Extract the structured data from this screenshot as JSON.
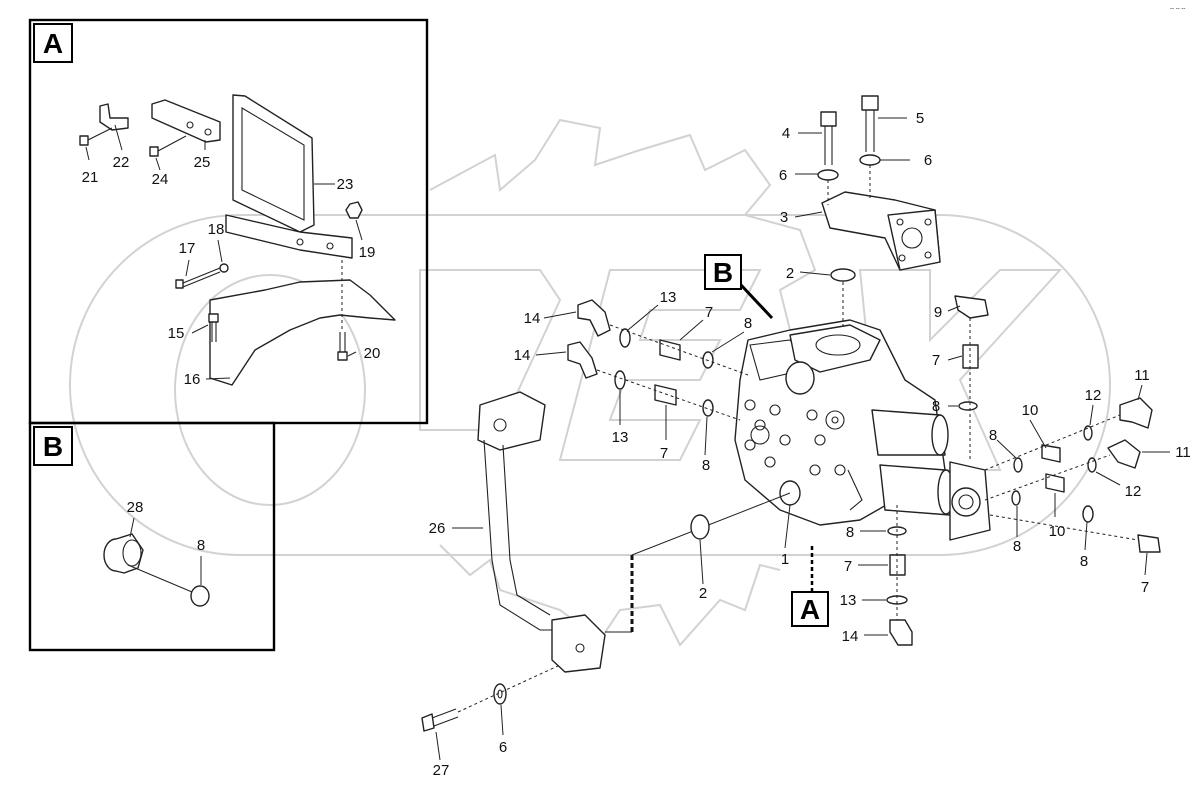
{
  "detail_boxes": {
    "A": {
      "label": "A"
    },
    "B": {
      "label": "B"
    }
  },
  "callouts": {
    "main_B": "B",
    "main_A": "A"
  },
  "parts": {
    "p1": "1",
    "p2a": "2",
    "p2b": "2",
    "p3": "3",
    "p4": "4",
    "p5": "5",
    "p6a": "6",
    "p6b": "6",
    "p6c": "6",
    "p7a": "7",
    "p7b": "7",
    "p7c": "7",
    "p7d": "7",
    "p7e": "7",
    "p8a": "8",
    "p8b": "8",
    "p8c": "8",
    "p8d": "8",
    "p8e": "8",
    "p8f": "8",
    "p8g": "8",
    "p8h": "8",
    "p9": "9",
    "p10a": "10",
    "p10b": "10",
    "p11a": "11",
    "p11b": "11",
    "p12a": "12",
    "p12b": "12",
    "p13a": "13",
    "p13b": "13",
    "p13c": "13",
    "p14a": "14",
    "p14b": "14",
    "p14c": "14",
    "p15": "15",
    "p16": "16",
    "p17": "17",
    "p18": "18",
    "p19": "19",
    "p20": "20",
    "p21": "21",
    "p22": "22",
    "p23": "23",
    "p24": "24",
    "p25": "25",
    "p26": "26",
    "p27": "27",
    "p28": "28"
  },
  "corner_mark": "-- -- --"
}
